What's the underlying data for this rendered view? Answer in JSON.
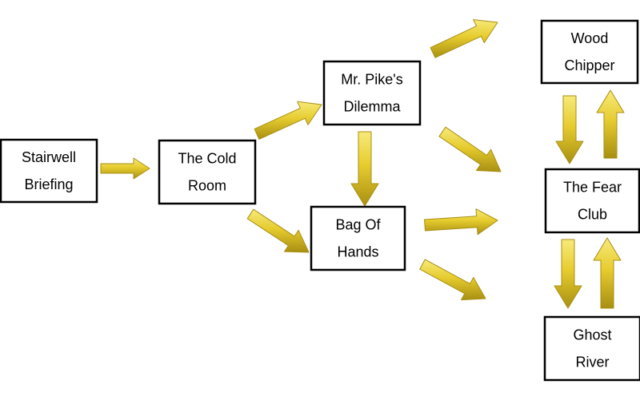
{
  "colors": {
    "arrow_fill": "#e6cc2e",
    "arrow_light": "#f7ea7a",
    "arrow_dark": "#a88f12",
    "node_border": "#000000",
    "node_fill": "#ffffff",
    "text": "#000000"
  },
  "nodes": [
    {
      "id": "stairwell-briefing",
      "lines": [
        "Stairwell",
        "Briefing"
      ]
    },
    {
      "id": "the-cold-room",
      "lines": [
        "The Cold",
        "Room"
      ]
    },
    {
      "id": "mr-pikes-dilemma",
      "lines": [
        "Mr. Pike's",
        "Dilemma"
      ]
    },
    {
      "id": "bag-of-hands",
      "lines": [
        "Bag Of",
        "Hands"
      ]
    },
    {
      "id": "wood-chipper",
      "lines": [
        "Wood",
        "Chipper"
      ]
    },
    {
      "id": "the-fear-club",
      "lines": [
        "The Fear",
        "Club"
      ]
    },
    {
      "id": "ghost-river",
      "lines": [
        "Ghost",
        "River"
      ]
    }
  ],
  "arrows": [
    {
      "id": "stairwell-to-cold-room",
      "from": "stairwell-briefing",
      "to": "the-cold-room"
    },
    {
      "id": "cold-room-to-mr-pike",
      "from": "the-cold-room",
      "to": "mr-pikes-dilemma"
    },
    {
      "id": "cold-room-to-bag-of-hands",
      "from": "the-cold-room",
      "to": "bag-of-hands"
    },
    {
      "id": "mr-pike-to-bag-of-hands",
      "from": "mr-pikes-dilemma",
      "to": "bag-of-hands"
    },
    {
      "id": "mr-pike-to-wood-chipper",
      "from": "mr-pikes-dilemma",
      "to": "wood-chipper"
    },
    {
      "id": "mr-pike-to-fear-club",
      "from": "mr-pikes-dilemma",
      "to": "the-fear-club"
    },
    {
      "id": "bag-of-hands-to-fear-club",
      "from": "bag-of-hands",
      "to": "the-fear-club"
    },
    {
      "id": "bag-of-hands-to-ghost-river",
      "from": "bag-of-hands",
      "to": "ghost-river"
    },
    {
      "id": "wood-chipper-to-fear-club",
      "from": "wood-chipper",
      "to": "the-fear-club"
    },
    {
      "id": "fear-club-to-wood-chipper",
      "from": "the-fear-club",
      "to": "wood-chipper"
    },
    {
      "id": "fear-club-to-ghost-river",
      "from": "the-fear-club",
      "to": "ghost-river"
    },
    {
      "id": "ghost-river-to-fear-club",
      "from": "ghost-river",
      "to": "the-fear-club"
    }
  ]
}
